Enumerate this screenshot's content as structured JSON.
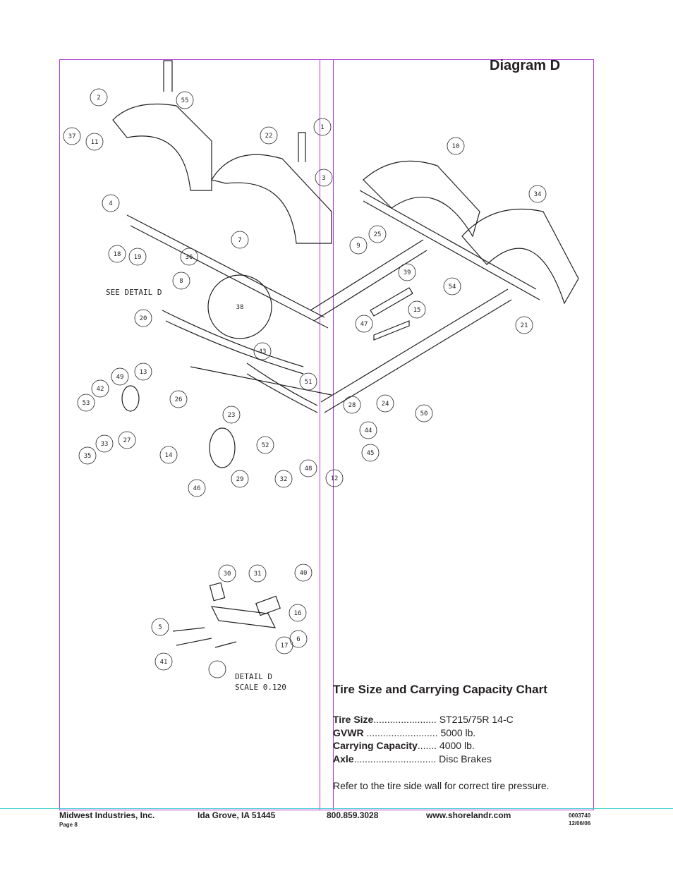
{
  "diagram_title": "Diagram D",
  "callouts": {
    "see_detail": "SEE DETAIL  D",
    "detail_line1": "DETAIL  D",
    "detail_line2": "SCALE  0.120",
    "part_numbers": [
      "38",
      "2",
      "55",
      "37",
      "11",
      "22",
      "1",
      "3",
      "10",
      "34",
      "4",
      "7",
      "9",
      "25",
      "18",
      "19",
      "36",
      "39",
      "8",
      "54",
      "20",
      "15",
      "47",
      "21",
      "43",
      "13",
      "51",
      "49",
      "42",
      "26",
      "53",
      "24",
      "28",
      "50",
      "23",
      "44",
      "33",
      "27",
      "35",
      "52",
      "45",
      "14",
      "48",
      "29",
      "32",
      "46",
      "12",
      "30",
      "31",
      "40",
      "16",
      "5",
      "6",
      "17",
      "41"
    ]
  },
  "chart": {
    "title": "Tire Size and Carrying Capacity Chart",
    "rows": [
      {
        "label": "Tire Size",
        "dots": ".......................",
        "value": "ST215/75R 14-C"
      },
      {
        "label": "GVWR",
        "dots": "..........................",
        "value": "5000 lb."
      },
      {
        "label": "Carrying Capacity",
        "dots": ".......",
        "value": "4000 lb."
      },
      {
        "label": "Axle",
        "dots": "..............................",
        "value": "Disc Brakes"
      }
    ],
    "note": "Refer to the tire side wall for correct tire pressure."
  },
  "footer": {
    "company": "Midwest Industries, Inc.",
    "city": "Ida Grove, IA  51445",
    "phone": "800.859.3028",
    "website": "www.shorelandr.com",
    "page": "Page 8",
    "doc_number": "0003740",
    "date": "12/06/06"
  }
}
